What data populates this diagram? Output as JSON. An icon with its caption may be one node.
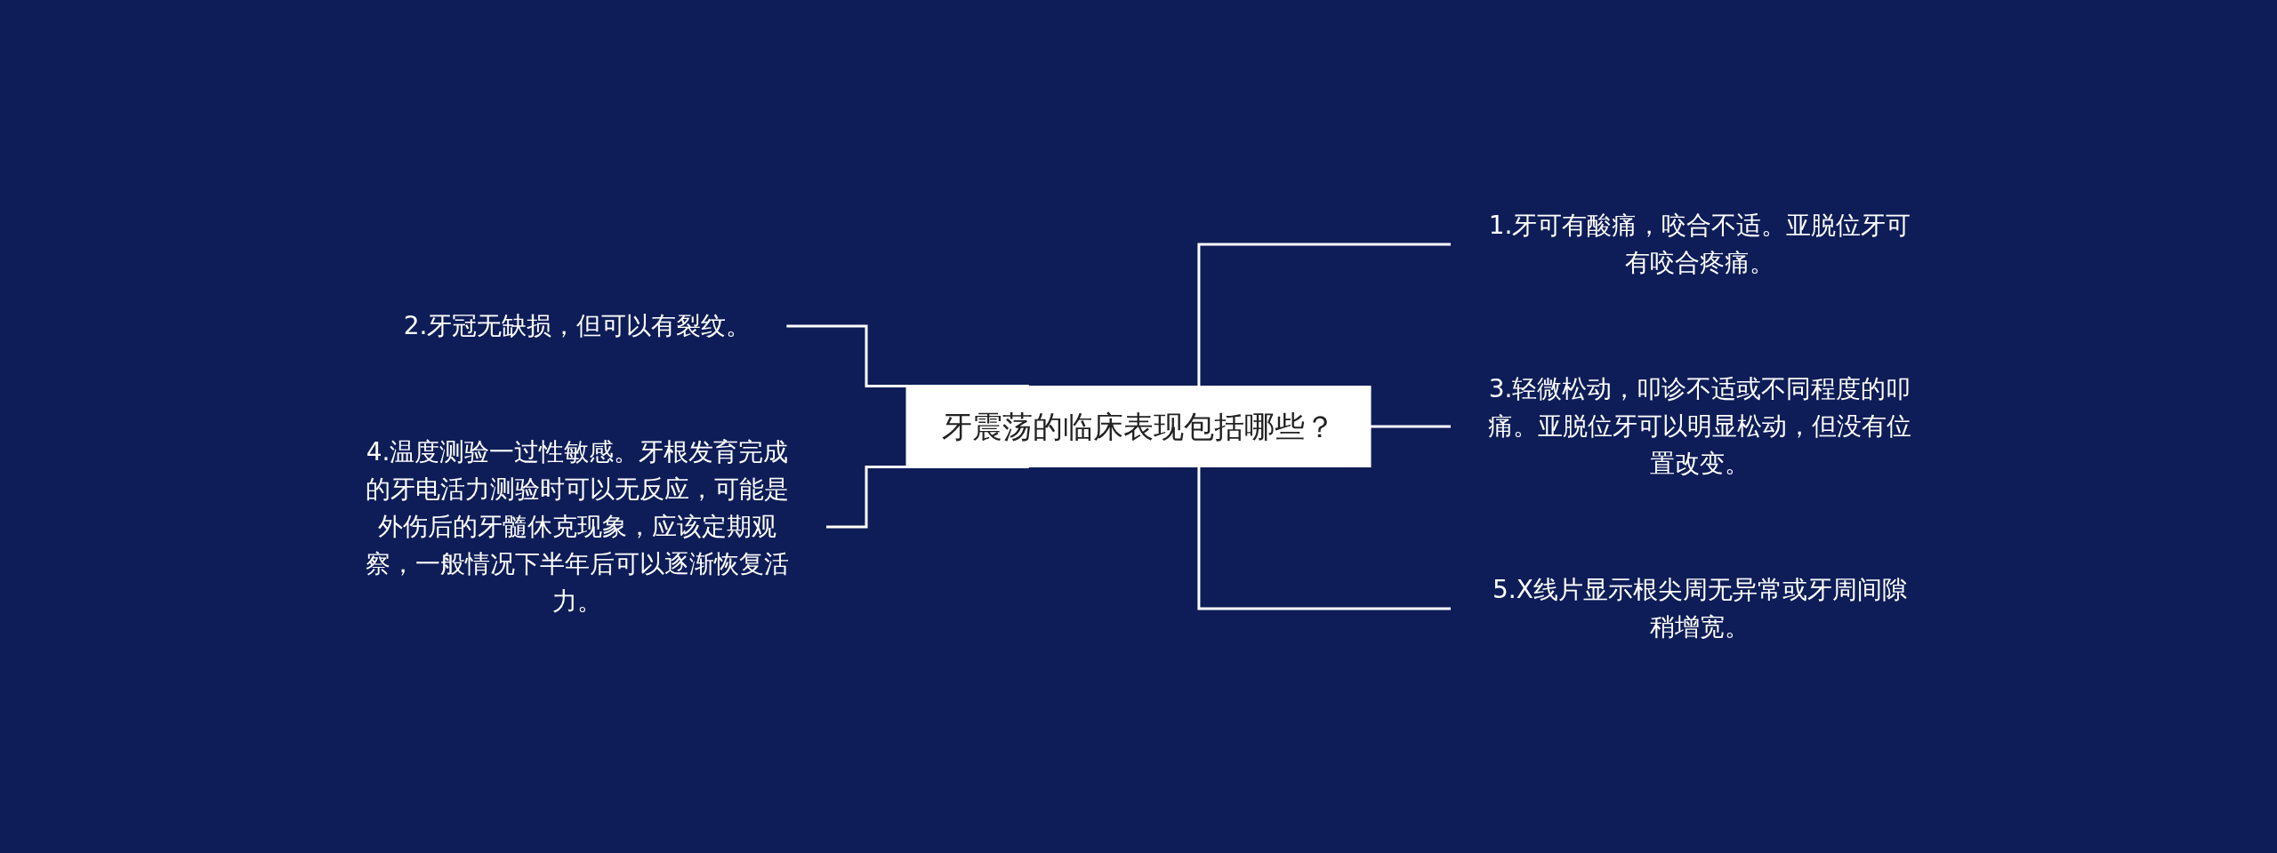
{
  "diagram": {
    "nodes": [
      {
        "text": [
          "牙震荡的临床表现包括哪些？"
        ]
      },
      {
        "text": [
          "1.牙可有酸痛，咬合不适。亚脱位牙可有咬合疼痛。"
        ]
      },
      {
        "text": [
          "2.牙冠无缺损，但可以有裂纹。"
        ]
      },
      {
        "text": [
          "3.轻微松动，叩诊不适或不同程度的叩痛。亚脱位牙可以明显松动，但没有位置改变。"
        ]
      },
      {
        "text": [
          "4.温度测验一过性敏感。牙根发育完成的牙电活力测验时可以无反应，可能是外伤后的牙髓休克现象，应该定期观察，一般情况下半年后可以逐渐恢复活力。"
        ]
      },
      {
        "text": [
          "5.X线片显示根尖周无异常或牙周间隙稍增宽。"
        ]
      }
    ],
    "edges": [
      {
        "from": 0,
        "to": 1,
        "arrow": "none"
      },
      {
        "from": 2,
        "to": 0,
        "arrow": "none"
      },
      {
        "from": 0,
        "to": 3,
        "arrow": "none"
      },
      {
        "from": 4,
        "to": 0,
        "arrow": "none"
      },
      {
        "from": 0,
        "to": 5,
        "arrow": "none"
      }
    ]
  }
}
